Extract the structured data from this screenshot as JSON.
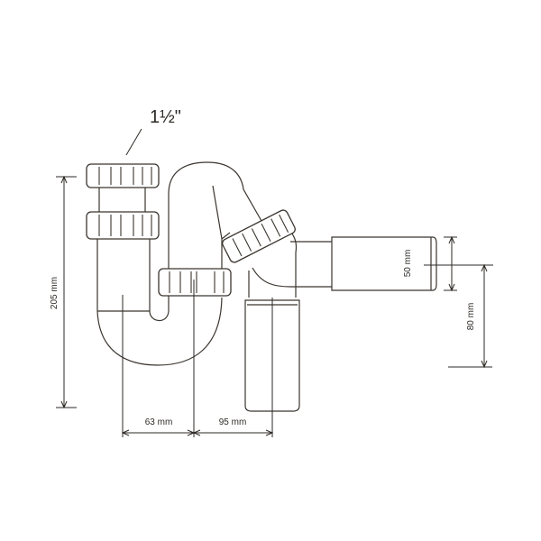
{
  "diagram": {
    "thread_size": "1½\"",
    "dimensions": {
      "height": "205 mm",
      "inlet_to_trap": "63 mm",
      "trap_to_outlet": "95 mm",
      "outlet_diameter": "50 mm",
      "outlet_height": "80 mm"
    },
    "line_color": "#3b352f"
  }
}
